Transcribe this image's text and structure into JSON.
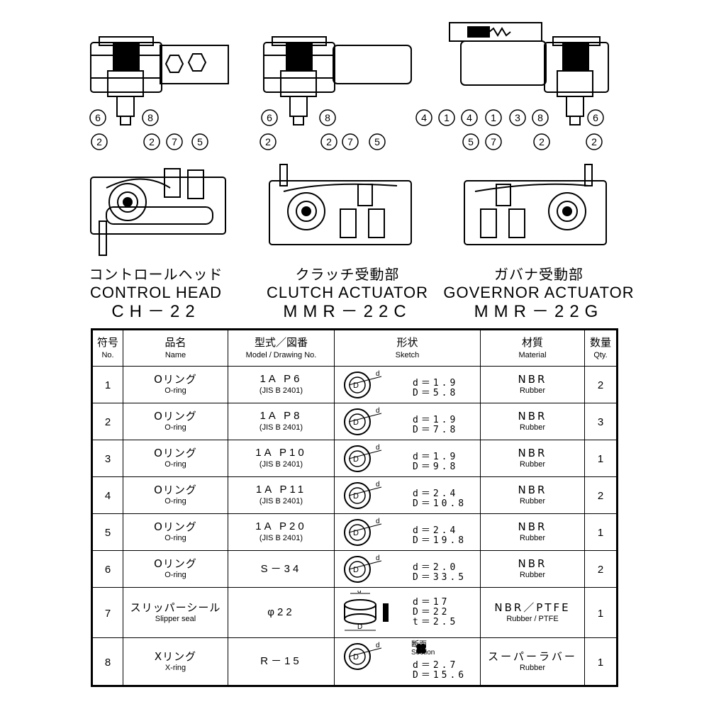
{
  "units": [
    {
      "ja": "コントロールヘッド",
      "en": "CONTROL HEAD",
      "model": "CH－22",
      "callouts_top": [
        "6",
        "8"
      ],
      "callouts_bottom": [
        "2",
        "2",
        "7",
        "5"
      ]
    },
    {
      "ja": "クラッチ受動部",
      "en": "CLUTCH  ACTUATOR",
      "model": "MMR－22C",
      "callouts_top": [
        "6",
        "8"
      ],
      "callouts_bottom": [
        "2",
        "2",
        "7",
        "5"
      ]
    },
    {
      "ja": "ガバナ受動部",
      "en": "GOVERNOR  ACTUATOR",
      "model": "MMR－22G",
      "callouts_top": [
        "4",
        "1",
        "4",
        "1",
        "3",
        "8",
        "6"
      ],
      "callouts_bottom": [
        "5",
        "7",
        "2",
        "2"
      ]
    }
  ],
  "table": {
    "headers": {
      "no": {
        "ja": "符号",
        "en": "No."
      },
      "name": {
        "ja": "品名",
        "en": "Name"
      },
      "model": {
        "ja": "型式／図番",
        "en": "Model / Drawing No."
      },
      "sketch": {
        "ja": "形状",
        "en": "Sketch"
      },
      "material": {
        "ja": "材質",
        "en": "Material"
      },
      "qty": {
        "ja": "数量",
        "en": "Qty."
      }
    },
    "rows": [
      {
        "no": "1",
        "name_ja": "Oリング",
        "name_en": "O-ring",
        "model": "1A  P6",
        "model_sub": "(JIS B 2401)",
        "d": "d＝1.9",
        "D": "D＝5.8",
        "mat_ja": "NBR",
        "mat_en": "Rubber",
        "qty": "2"
      },
      {
        "no": "2",
        "name_ja": "Oリング",
        "name_en": "O-ring",
        "model": "1A  P8",
        "model_sub": "(JIS B 2401)",
        "d": "d＝1.9",
        "D": "D＝7.8",
        "mat_ja": "NBR",
        "mat_en": "Rubber",
        "qty": "3"
      },
      {
        "no": "3",
        "name_ja": "Oリング",
        "name_en": "O-ring",
        "model": "1A  P10",
        "model_sub": "(JIS B 2401)",
        "d": "d＝1.9",
        "D": "D＝9.8",
        "mat_ja": "NBR",
        "mat_en": "Rubber",
        "qty": "1"
      },
      {
        "no": "4",
        "name_ja": "Oリング",
        "name_en": "O-ring",
        "model": "1A  P11",
        "model_sub": "(JIS B 2401)",
        "d": "d＝2.4",
        "D": "D＝10.8",
        "mat_ja": "NBR",
        "mat_en": "Rubber",
        "qty": "2"
      },
      {
        "no": "5",
        "name_ja": "Oリング",
        "name_en": "O-ring",
        "model": "1A  P20",
        "model_sub": "(JIS B 2401)",
        "d": "d＝2.4",
        "D": "D＝19.8",
        "mat_ja": "NBR",
        "mat_en": "Rubber",
        "qty": "1"
      },
      {
        "no": "6",
        "name_ja": "Oリング",
        "name_en": "O-ring",
        "model": "S－34",
        "model_sub": "",
        "d": "d＝2.0",
        "D": "D＝33.5",
        "mat_ja": "NBR",
        "mat_en": "Rubber",
        "qty": "2"
      },
      {
        "no": "7",
        "name_ja": "スリッパーシール",
        "name_en": "Slipper  seal",
        "model": "φ22",
        "model_sub": "",
        "d": "d＝17",
        "D": "D＝22",
        "t": "t＝2.5",
        "mat_ja": "NBR／PTFE",
        "mat_en": "Rubber / PTFE",
        "qty": "1"
      },
      {
        "no": "8",
        "name_ja": "Xリング",
        "name_en": "X-ring",
        "model": "R－15",
        "model_sub": "",
        "section_ja": "断面",
        "section_en": "Section",
        "d": "d＝2.7",
        "D": "D＝15.6",
        "mat_ja": "スーパーラバー",
        "mat_en": "Rubber",
        "qty": "1"
      }
    ],
    "sketch_labels": {
      "D": "D",
      "d": "d"
    }
  }
}
